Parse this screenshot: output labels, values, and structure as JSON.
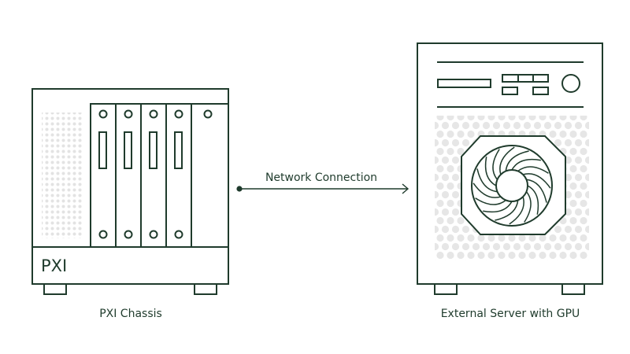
{
  "chassis": {
    "brand_label": "PXI",
    "caption": "PXI Chassis"
  },
  "connection": {
    "label": "Network Connection"
  },
  "server": {
    "caption": "External Server with GPU"
  },
  "colors": {
    "stroke": "#1f3b2c",
    "dots": "#e3e3e3",
    "background": "#ffffff"
  }
}
